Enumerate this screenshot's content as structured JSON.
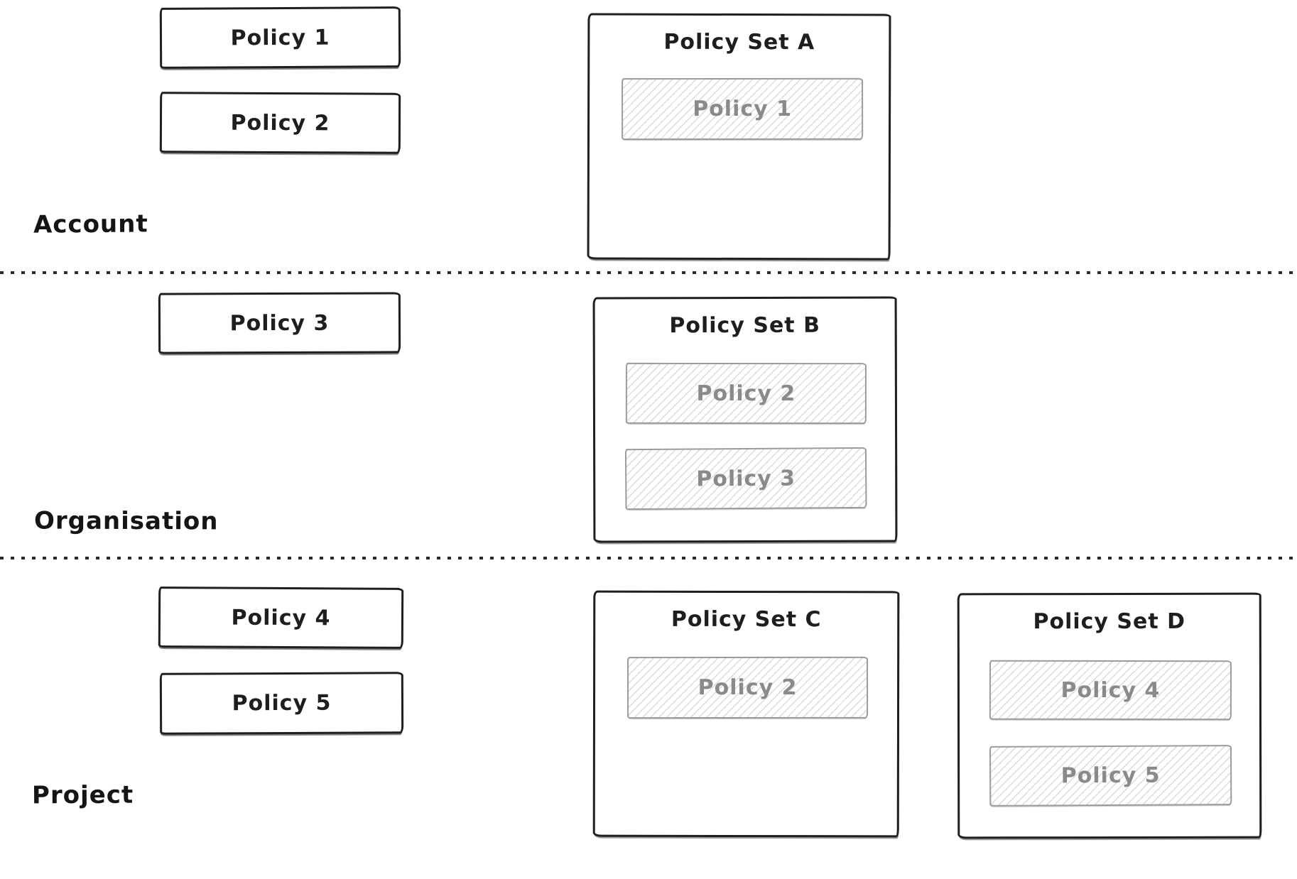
{
  "sections": [
    {
      "label": "Account",
      "policies": [
        "Policy 1",
        "Policy 2"
      ],
      "policy_sets": [
        {
          "title": "Policy Set A",
          "policies": [
            "Policy 1"
          ]
        }
      ]
    },
    {
      "label": "Organisation",
      "policies": [
        "Policy 3"
      ],
      "policy_sets": [
        {
          "title": "Policy Set B",
          "policies": [
            "Policy 2",
            "Policy 3"
          ]
        }
      ]
    },
    {
      "label": "Project",
      "policies": [
        "Policy 4",
        "Policy 5"
      ],
      "policy_sets": [
        {
          "title": "Policy Set C",
          "policies": [
            "Policy 2"
          ]
        },
        {
          "title": "Policy Set D",
          "policies": [
            "Policy 4",
            "Policy 5"
          ]
        }
      ]
    }
  ],
  "colors": {
    "background": "#ffffff",
    "ink": "#1e1e1e",
    "hatch_border": "#9b9b9b",
    "hatch_line": "#d9d9d9",
    "hatch_text": "#8a8a8a"
  }
}
